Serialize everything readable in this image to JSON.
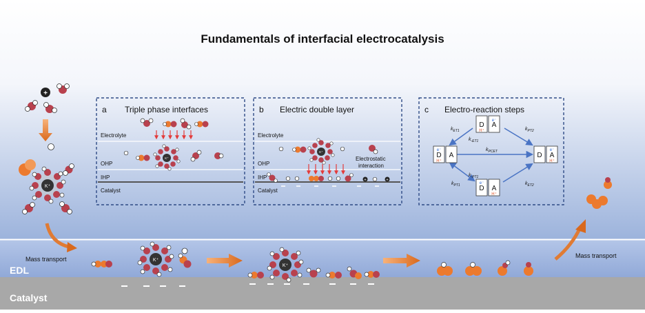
{
  "title": "Fundamentals of interfacial electrocatalysis",
  "panels": {
    "a": {
      "letter": "a",
      "heading": "Triple phase interfaces",
      "layers": [
        "Electrolyte",
        "OHP",
        "IHP",
        "Catalyst"
      ]
    },
    "b": {
      "letter": "b",
      "heading": "Electric double layer",
      "layers": [
        "Electrolyte",
        "OHP",
        "IHP",
        "Catalyst"
      ],
      "note_line1": "Electrostatic",
      "note_line2": "interaction"
    },
    "c": {
      "letter": "c",
      "heading": "Electro-reaction  steps",
      "box_D": "D",
      "box_A": "A",
      "electron": "e⁻",
      "proton": "H⁺",
      "rates": {
        "k_et1": "ET1",
        "k_minus_et1": "-ET1",
        "k_pt2": "PT2",
        "k_pcet": "PCET",
        "k_minus_pt1": "-PT1",
        "k_pt1": "PT1",
        "k_et2": "ET2",
        "k_symbol": "k"
      }
    }
  },
  "labels": {
    "mass_transport_left": "Mass transport",
    "mass_transport_right": "Mass transport",
    "edl": "EDL",
    "catalyst": "Catalyst",
    "cation": "K⁺"
  },
  "colors": {
    "sky_top": "#ffffff",
    "sky_bottom": "#8fa9d7",
    "edl_band": "#9fb6e0",
    "catalyst_band": "#a6a6a6",
    "dash_border": "#2e4a85",
    "orange": "#ec7a2e",
    "water_red": "#b8414e",
    "arrow_blue": "#4a74c4"
  }
}
